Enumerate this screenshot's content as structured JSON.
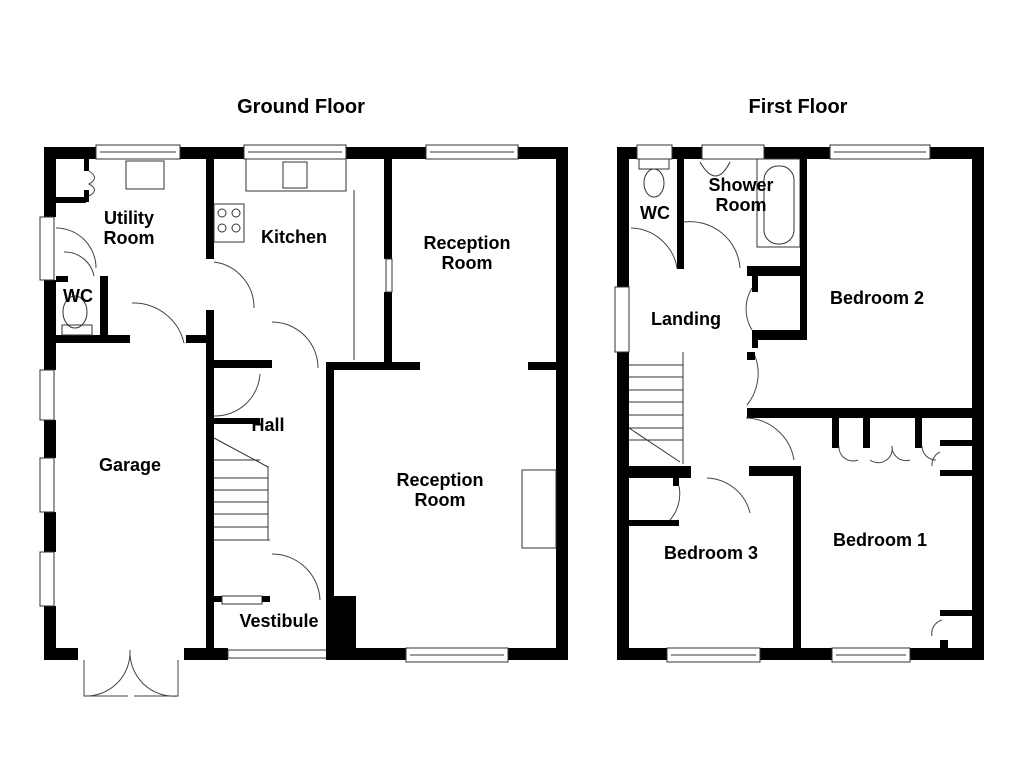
{
  "floors": {
    "ground": {
      "title": "Ground Floor",
      "rooms": {
        "utility": [
          "Utility",
          "Room"
        ],
        "kitchen": "Kitchen",
        "wc": "WC",
        "reception_rear": [
          "Reception",
          "Room"
        ],
        "hall": "Hall",
        "garage": "Garage",
        "reception_front": [
          "Reception",
          "Room"
        ],
        "vestibule": "Vestibule"
      }
    },
    "first": {
      "title": "First Floor",
      "rooms": {
        "wc": "WC",
        "shower": [
          "Shower",
          "Room"
        ],
        "landing": "Landing",
        "bedroom2": "Bedroom 2",
        "bedroom1": "Bedroom 1",
        "bedroom3": "Bedroom 3"
      }
    }
  },
  "colors": {
    "wall": "#000000",
    "fixture": "#333333",
    "background": "#ffffff"
  }
}
